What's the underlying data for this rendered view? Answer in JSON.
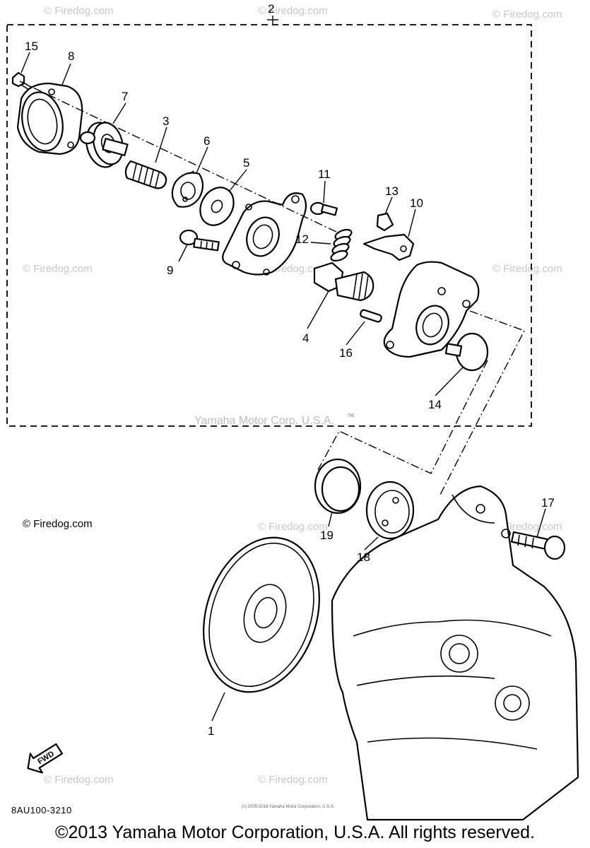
{
  "watermarks": {
    "site": "© Firedog.com",
    "corp": "Yamaha Motor Corp. U.S.A.",
    "tm": "TM",
    "micro": "(c) 2005-2016 Yamaha Motor Corporation, U.S.A."
  },
  "callouts": {
    "n1": "1",
    "n2": "2",
    "n3": "3",
    "n4": "4",
    "n5": "5",
    "n6": "6",
    "n7": "7",
    "n8": "8",
    "n9": "9",
    "n10": "10",
    "n11": "11",
    "n12": "12",
    "n13": "13",
    "n14": "14",
    "n15": "15",
    "n16": "16",
    "n17": "17",
    "n18": "18",
    "n19": "19"
  },
  "fwd_label": "FWD",
  "diagram_code": "8AU100-3210",
  "copyright": "©2013 Yamaha Motor Corporation, U.S.A. All rights reserved."
}
